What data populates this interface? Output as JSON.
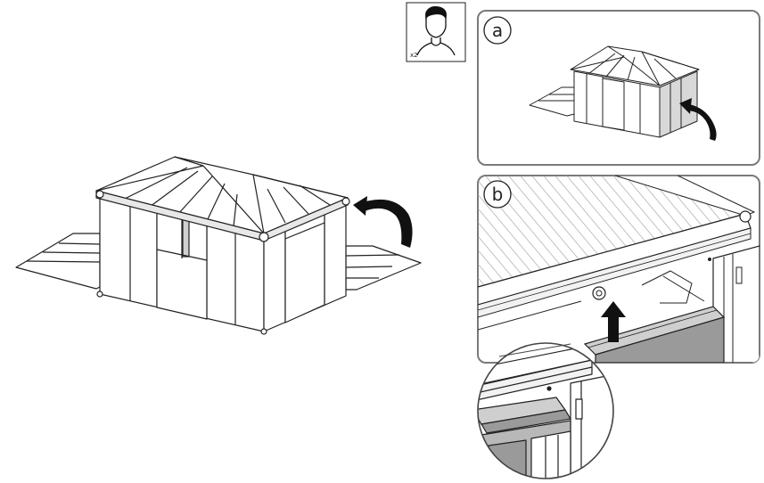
{
  "people_badge": {
    "icon": "person-icon",
    "count": "x2"
  },
  "panels": [
    {
      "id": "a",
      "letter": "a",
      "icon": "curved-arrow-icon"
    },
    {
      "id": "b",
      "letter": "b",
      "icon": "up-arrow-icon"
    }
  ],
  "colors": {
    "line": "#222222",
    "panel_border": "#7a7a7a",
    "shade": "#d0d0d0",
    "dark_shade": "#9a9a9a",
    "arrow": "#111111"
  }
}
